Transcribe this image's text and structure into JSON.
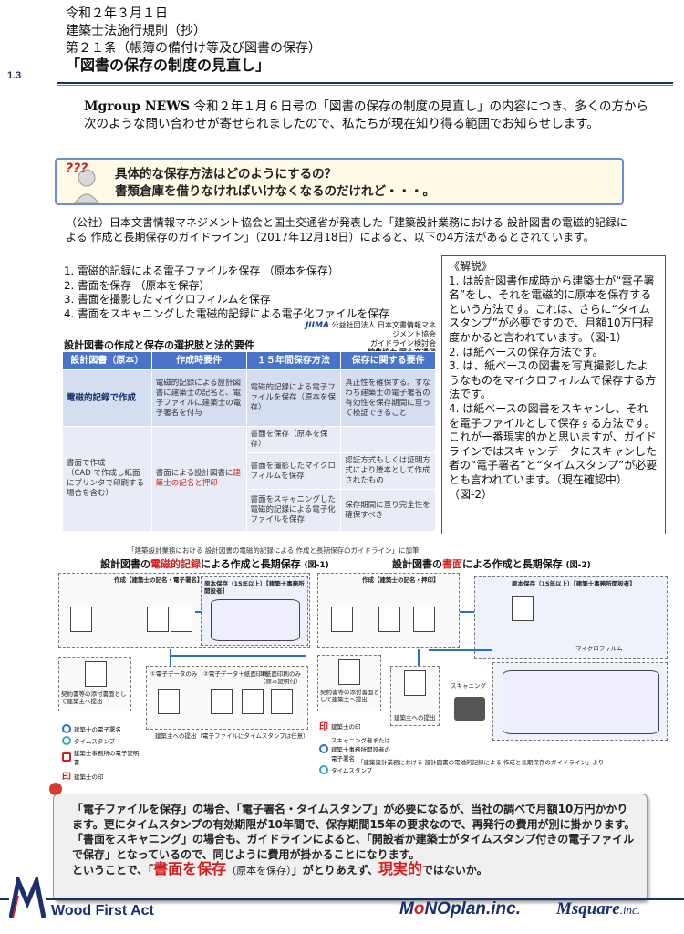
{
  "header": {
    "date": "令和２年３月１日",
    "law": "建築士法施行規則（抄）",
    "article": "第２１条（帳簿の備付け等及び図書の保存）",
    "title": "「図書の保存の制度の見直し」",
    "page_main": "1",
    "page_sub": ".3"
  },
  "intro": {
    "brand": "Mgroup NEWS",
    "text": " 令和２年１月６日号の「図書の保存の制度の見直し」の内容につき、多くの方から次のような問い合わせが寄せられましたので、私たちが現在知り得る範囲でお知らせします。"
  },
  "question": {
    "icon_text": "???",
    "line1": "具体的な保存方法はどのようにするの？",
    "line2": "書類倉庫を借りなければいけなくなるのだけれど・・・。"
  },
  "body": {
    "text": "（公社）日本文書情報マネジメント協会と国土交通省が発表した「建築設計業務における 設計図書の電磁的記録による 作成と長期保存のガイドライン」（2017年12月18日）によると、以下の4方法があるとされています。"
  },
  "methods": [
    "1.  電磁的記録による電子ファイルを保存 （原本を保存）",
    "2.  書面を保存 （原本を保存）",
    "3.  書面を撮影したマイクロフィルムを保存",
    "4.  書面をスキャニングした電磁的記録による電子化ファイルを保存"
  ],
  "explain": {
    "title": "《解説》",
    "lines": [
      "1. は設計図書作成時から建築士が“電子署名”をし、それを電磁的に原本を保存するという方法です。これは、さらに“タイムスタンプ”が必要ですので、月額10万円程度かかると言われています。（図-1）",
      "2. は紙ベースの保存方法です。",
      "3. は、紙ベースの図書を写真撮影したようなものをマイクロフィルムで保存する方法です。",
      "4. は紙ベースの図書をスキャンし、それを電子ファイルとして保存する方法です。これが一番現実的かと思いますが、ガイドラインではスキャンデータにスキャンした者の“電子署名”と“タイムスタンプ”が必要とも言われています。（現在確認中）（図-2）"
    ]
  },
  "jiima": {
    "logo": "JIIMA",
    "org": "公益社団法人 日本文書情報マネジメント協会",
    "line2": "ガイドライン検討会",
    "line3": "編集協力  国土交通省"
  },
  "table": {
    "title": "設計図書の作成と保存の選択肢と法的要件",
    "headers": [
      "設計図書（原本）",
      "作成時要件",
      "１５年間保存方法",
      "保存に関する要件"
    ],
    "row1": {
      "label": "電磁的記録で作成",
      "req": "電磁的記録による設計図書に建築士の記名と、電子ファイルに建築士の電子署名を付与",
      "method": "電磁的記録による電子ファイルを保存（原本を保存）",
      "keep": "真正性を確保する。すなわち建築士の電子署名の有効性を保存期間に亘って検証できること"
    },
    "row2": {
      "label": "書面で作成",
      "label_sub": "（CAD で作成し紙面にプリンタで印刷する場合を含む）",
      "req_pre": "書面による設計図書に",
      "req_red": "建築士の記名と押印",
      "m1": "書面を保存（原本を保存）",
      "m2": "書面を撮影したマイクロフィルムを保存",
      "k2": "認証方式もしくは証明方式により謄本として作成されたもの",
      "m3": "書面をスキャニングした電磁的記録による電子化ファイルを保存",
      "k3": "保存期間に亘り完全性を確保すべき"
    },
    "note": "「建築設計業務における 設計図書の電磁的記録による 作成と長期保存のガイドライン」に加筆"
  },
  "fig1": {
    "title_pre": "設計図書の",
    "title_red": "電磁的記録",
    "title_post": "による作成と長期保存",
    "num": "(図-1)",
    "caption": "建築主への提出（電子ファイルにタイムスタンプは任意）",
    "legend": [
      "建築士の電子署名",
      "タイムスタンプ",
      "建築士事務所の電子証明書",
      "建築士の印"
    ],
    "create": "作成【建築士の記名・電子署名】",
    "keep": "原本保存（15年以上）【建築士事務所開設者】",
    "opts": [
      "①電子データのみ",
      "②電子データ＋紙面印刷",
      "③紙面印刷のみ（原本証明付）"
    ],
    "contract": "契約書等の添付書面として建築主へ提出"
  },
  "fig2": {
    "title_pre": "設計図書の",
    "title_red": "書面",
    "title_post": "による作成と長期保存",
    "num": "(図-2)",
    "create": "作成【建築士の記名・押印】",
    "keep": "原本保存（15年以上）【建築士事務所開設者】",
    "micro": "マイクロフィルム",
    "scan": "スキャニング",
    "submit": "建築主への提出",
    "contract": "契約書等の添付書面として建築主へ提出",
    "caption": "「建築設計業務における 設計図書の電磁的記録による 作成と長期保存のガイドライン」より",
    "legend": [
      "建築士の印",
      "スキャニング者または建築士事務所開設者の電子署名",
      "タイムスタンプ"
    ]
  },
  "summary": {
    "p1": "「電子ファイルを保存」の場合、「電子署名・タイムスタンプ」が必要になるが、当社の調べで月額10万円かかります。更にタイムスタンプの有効期限が10年間で、保存期間15年の要求なので、再発行の費用が別に掛かります。",
    "p2": "「書面をスキャニング」の場合も、ガイドラインによると、「開設者か建築士がタイムスタンプ付きの電子ファイルで保存」となっているので、同じように費用が掛かることになります。",
    "p3_pre": "ということで、「",
    "p3_red": "書面を保存",
    "p3_mid": "（原本を保存）",
    "p3_mid2": "」がとりあえず、",
    "p3_red2": "現実的",
    "p3_post": "ではないか。"
  },
  "footer": {
    "left": "Wood First Act",
    "mono_1": "M",
    "mono_o": "o",
    "mono_2": "NO",
    "mono_plan": "plan.inc.",
    "msquare": "Msquare",
    "msquare_inc": ".inc."
  }
}
